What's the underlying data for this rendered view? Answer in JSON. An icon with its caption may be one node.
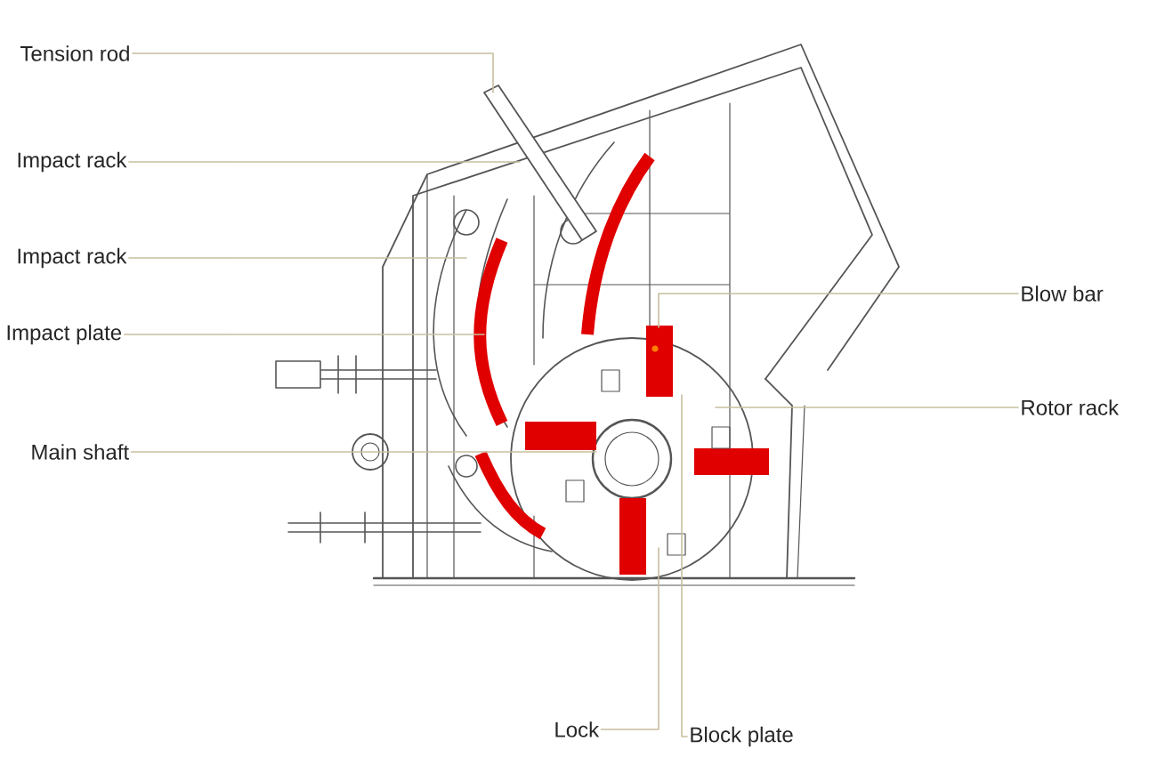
{
  "diagram": {
    "nodes": [
      {
        "text": [
          "Tension rod"
        ]
      },
      {
        "text": [
          "Impact rack"
        ]
      },
      {
        "text": [
          "Impact rack"
        ]
      },
      {
        "text": [
          "Impact plate"
        ]
      },
      {
        "text": [
          "Main shaft"
        ]
      },
      {
        "text": [
          "Blow bar"
        ]
      },
      {
        "text": [
          "Rotor rack"
        ]
      },
      {
        "text": [
          "Lock"
        ]
      },
      {
        "text": [
          "Block plate"
        ]
      }
    ],
    "edges": [
      {
        "from": 0,
        "to": null,
        "arrow": "none"
      },
      {
        "from": 1,
        "to": null,
        "arrow": "none"
      },
      {
        "from": 2,
        "to": null,
        "arrow": "none"
      },
      {
        "from": 3,
        "to": null,
        "arrow": "none"
      },
      {
        "from": 4,
        "to": null,
        "arrow": "none"
      },
      {
        "from": 5,
        "to": null,
        "arrow": "none"
      },
      {
        "from": 6,
        "to": null,
        "arrow": "none"
      },
      {
        "from": 7,
        "to": null,
        "arrow": "none"
      },
      {
        "from": 8,
        "to": null,
        "arrow": "none"
      }
    ]
  }
}
